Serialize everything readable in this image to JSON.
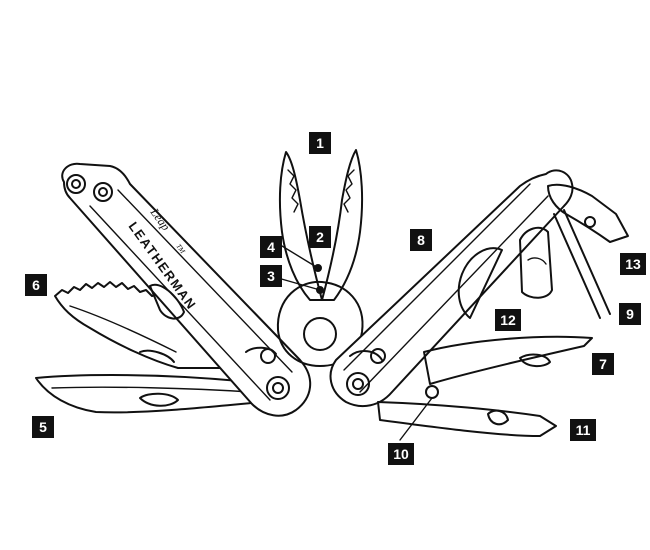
{
  "diagram": {
    "brand_text": "LEATHERMAN",
    "model_text": "Leap",
    "trademark": "TM",
    "labels": [
      {
        "id": "1",
        "text": "1"
      },
      {
        "id": "2",
        "text": "2"
      },
      {
        "id": "3",
        "text": "3"
      },
      {
        "id": "4",
        "text": "4"
      },
      {
        "id": "5",
        "text": "5"
      },
      {
        "id": "6",
        "text": "6"
      },
      {
        "id": "7",
        "text": "7"
      },
      {
        "id": "8",
        "text": "8"
      },
      {
        "id": "9",
        "text": "9"
      },
      {
        "id": "10",
        "text": "10"
      },
      {
        "id": "11",
        "text": "11"
      },
      {
        "id": "12",
        "text": "12"
      },
      {
        "id": "13",
        "text": "13"
      }
    ],
    "colors": {
      "ink": "#111111",
      "background": "#ffffff",
      "label_text": "#ffffff"
    }
  }
}
